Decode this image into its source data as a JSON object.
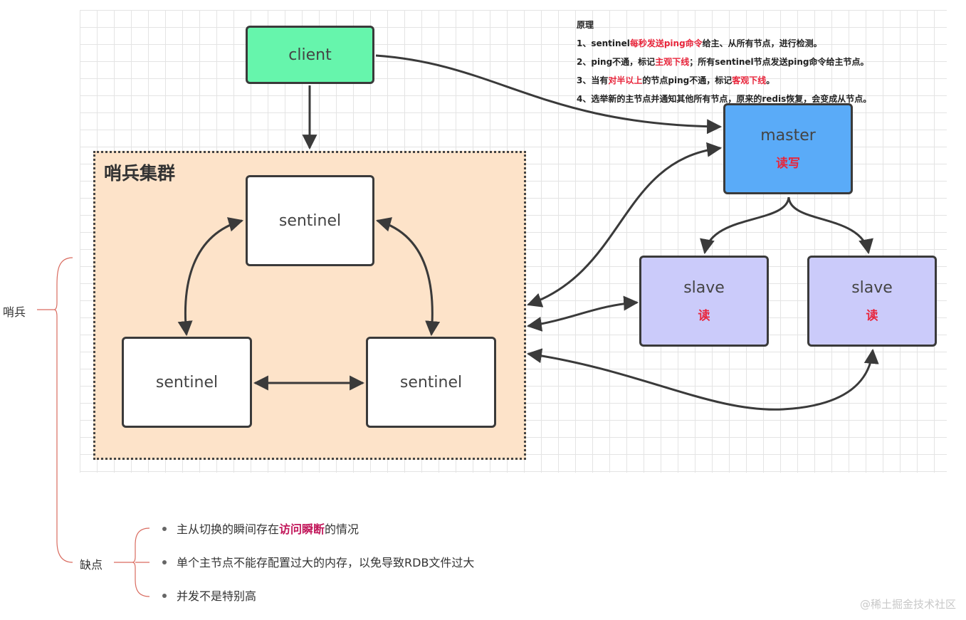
{
  "diagram": {
    "client": "client",
    "cluster_title": "哨兵集群",
    "sentinel_top": "sentinel",
    "sentinel_left": "sentinel",
    "sentinel_right": "sentinel",
    "master": {
      "label": "master",
      "sub": "读写"
    },
    "slave1": {
      "label": "slave",
      "sub": "读"
    },
    "slave2": {
      "label": "slave",
      "sub": "读"
    }
  },
  "principle": {
    "title": "原理",
    "line1": {
      "a": "1、sentinel",
      "b": "每秒发送ping命令",
      "c": "给主、从所有节点，进行检测。"
    },
    "line2": {
      "a": "2、ping不通，标记",
      "b": "主观下线",
      "c": "；所有sentinel节点发送ping命令给主节点。"
    },
    "line3": {
      "a": "3、当有",
      "b": "对半以上",
      "c": "的节点ping不通，标记",
      "d": "客观下线",
      "e": "。"
    },
    "line4": "4、选举新的主节点并通知其他所有节点，原来的redis恢复，会变成从节点。"
  },
  "mindmap": {
    "root": "哨兵",
    "branch": "缺点",
    "item1": {
      "a": "主从切换的瞬间存在",
      "b": "访问瞬断",
      "c": "的情况"
    },
    "item2": "单个主节点不能存配置过大的内存，以免导致RDB文件过大",
    "item3": "并发不是特别高"
  },
  "watermark": "@稀土掘金技术社区",
  "colors": {
    "client": "#66f5ac",
    "master": "#5aabf8",
    "slave": "#cbcbfa",
    "cluster_bg": "#fde3c9",
    "accent_red": "#e8253b",
    "mind_line": "#d96b5f"
  }
}
